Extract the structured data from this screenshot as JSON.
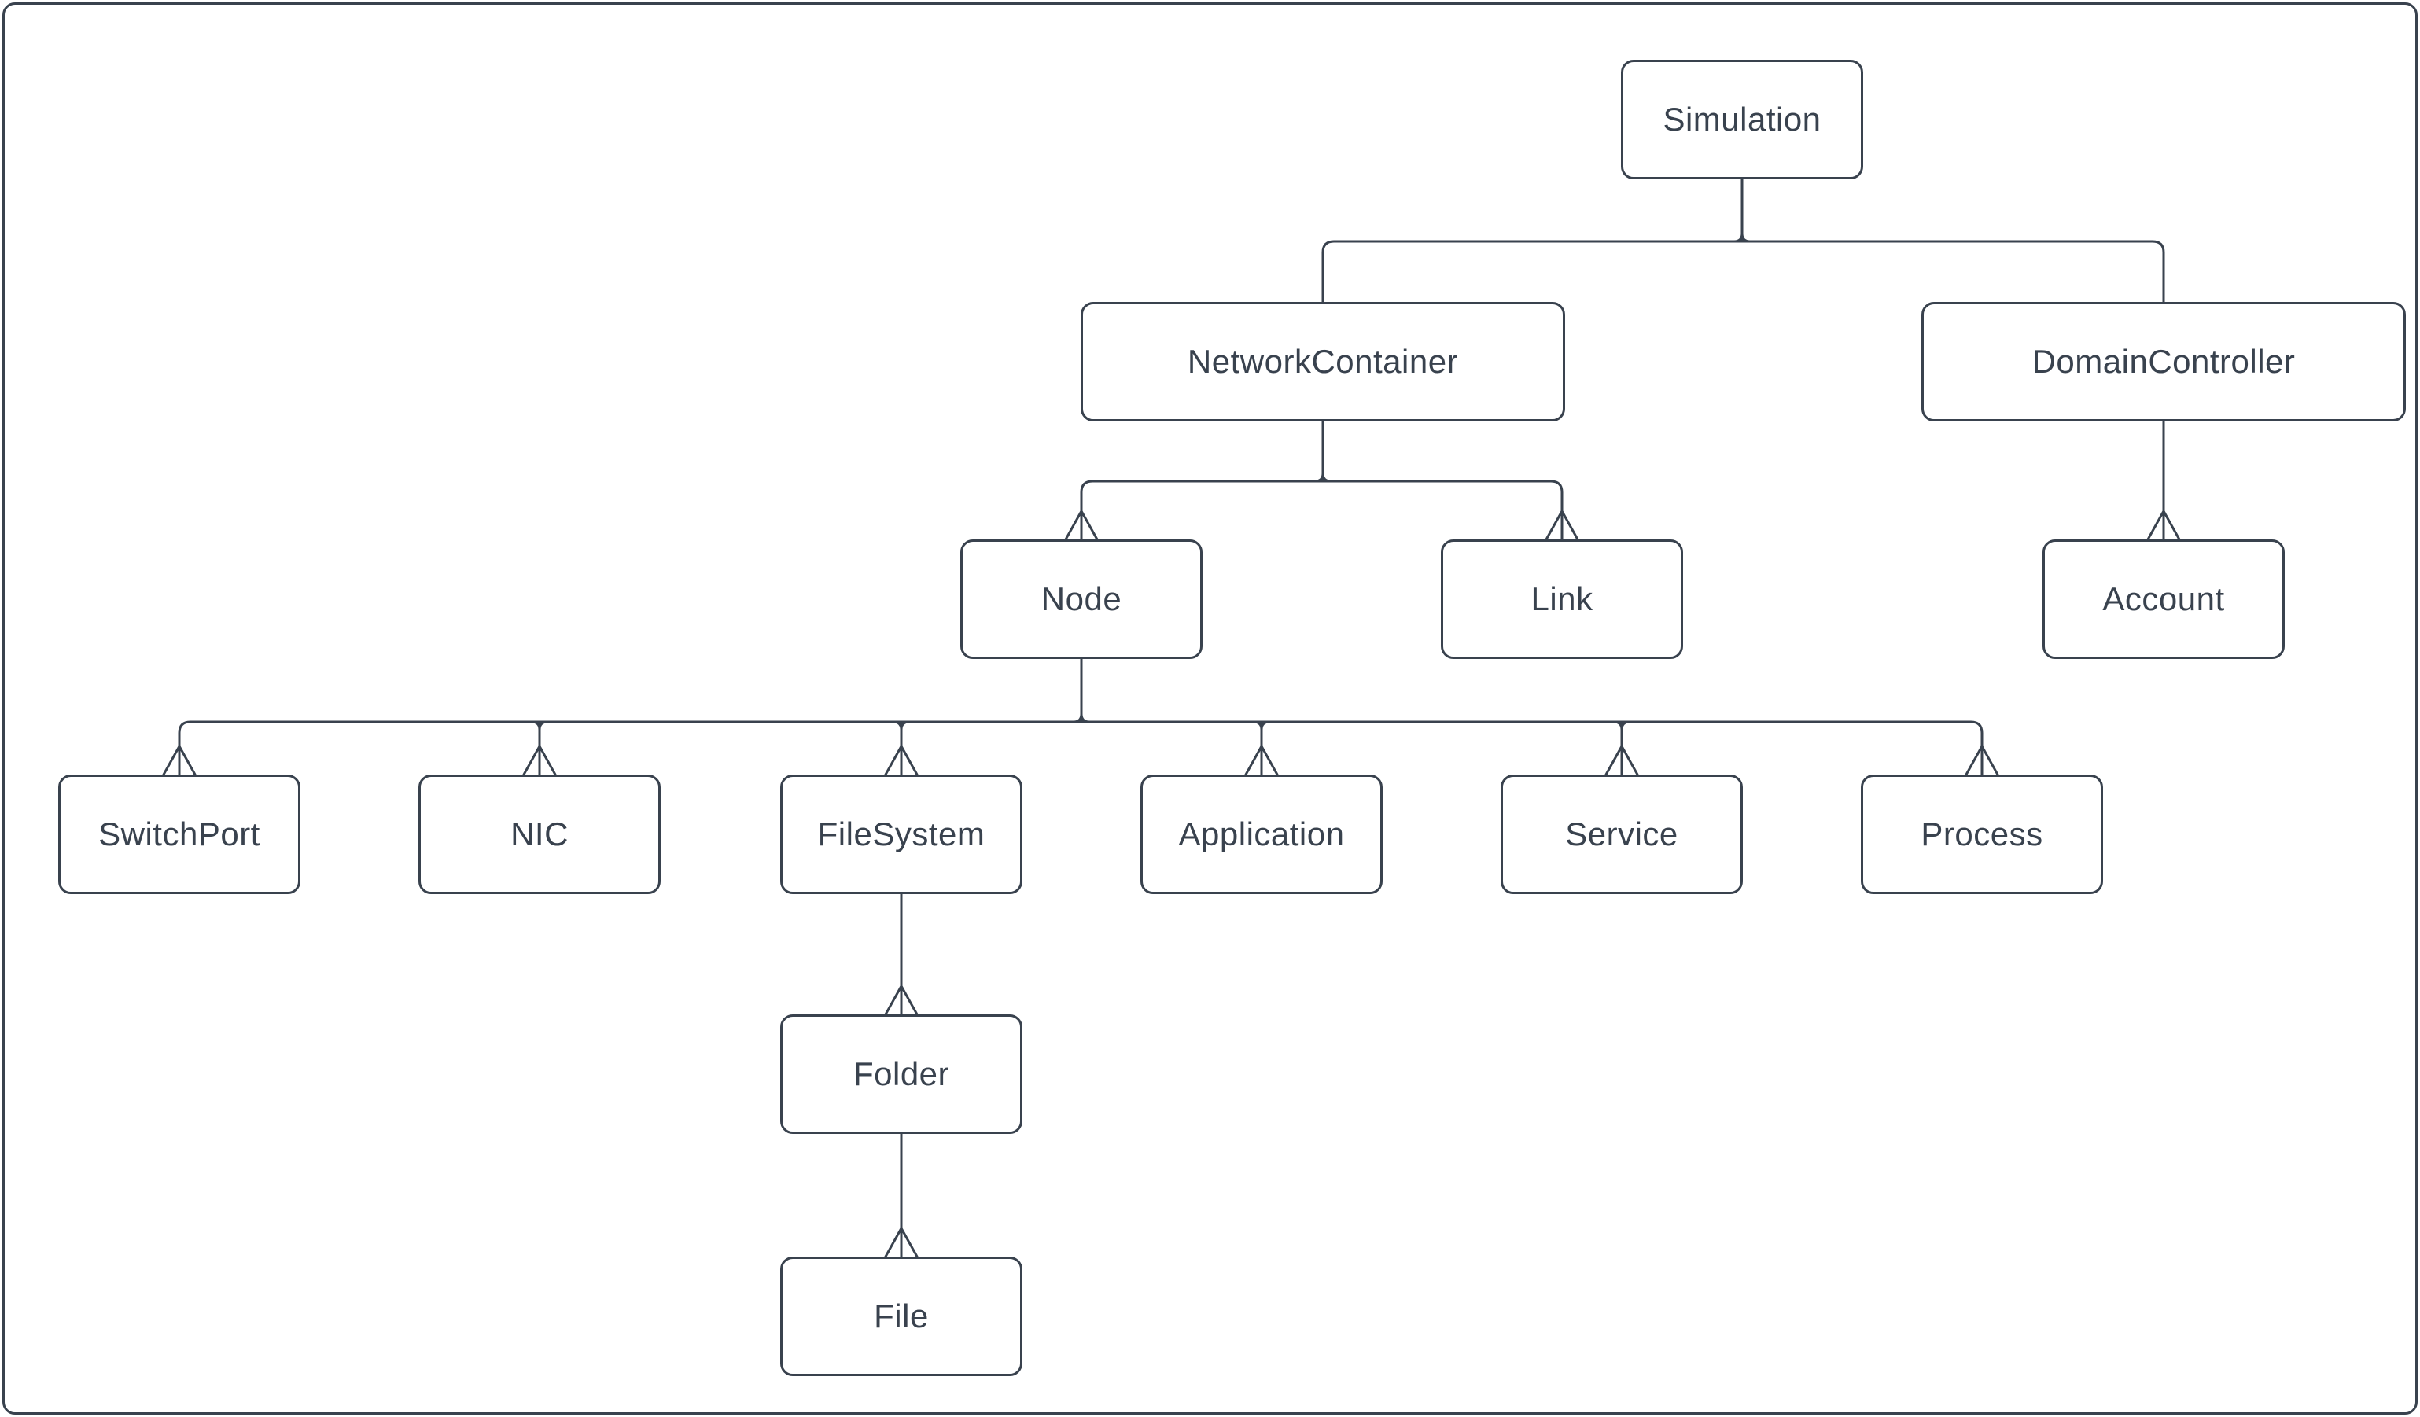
{
  "diagram": {
    "type": "hierarchy-tree",
    "background_color": "#ffffff",
    "stroke_color": "#39424e",
    "text_color": "#39424e",
    "nodes": [
      {
        "id": "Simulation",
        "label": "Simulation"
      },
      {
        "id": "NetworkContainer",
        "label": "NetworkContainer"
      },
      {
        "id": "DomainController",
        "label": "DomainController"
      },
      {
        "id": "Node",
        "label": "Node"
      },
      {
        "id": "Link",
        "label": "Link"
      },
      {
        "id": "Account",
        "label": "Account"
      },
      {
        "id": "SwitchPort",
        "label": "SwitchPort"
      },
      {
        "id": "NIC",
        "label": "NIC"
      },
      {
        "id": "FileSystem",
        "label": "FileSystem"
      },
      {
        "id": "Application",
        "label": "Application"
      },
      {
        "id": "Service",
        "label": "Service"
      },
      {
        "id": "Process",
        "label": "Process"
      },
      {
        "id": "Folder",
        "label": "Folder"
      },
      {
        "id": "File",
        "label": "File"
      }
    ],
    "edges": [
      {
        "from": "Simulation",
        "to": "NetworkContainer",
        "arrowhead": false
      },
      {
        "from": "Simulation",
        "to": "DomainController",
        "arrowhead": false
      },
      {
        "from": "NetworkContainer",
        "to": "Node",
        "arrowhead": true
      },
      {
        "from": "NetworkContainer",
        "to": "Link",
        "arrowhead": true
      },
      {
        "from": "DomainController",
        "to": "Account",
        "arrowhead": true
      },
      {
        "from": "Node",
        "to": "SwitchPort",
        "arrowhead": true
      },
      {
        "from": "Node",
        "to": "NIC",
        "arrowhead": true
      },
      {
        "from": "Node",
        "to": "FileSystem",
        "arrowhead": true
      },
      {
        "from": "Node",
        "to": "Application",
        "arrowhead": true
      },
      {
        "from": "Node",
        "to": "Service",
        "arrowhead": true
      },
      {
        "from": "Node",
        "to": "Process",
        "arrowhead": true
      },
      {
        "from": "FileSystem",
        "to": "Folder",
        "arrowhead": true
      },
      {
        "from": "Folder",
        "to": "File",
        "arrowhead": true
      }
    ]
  }
}
